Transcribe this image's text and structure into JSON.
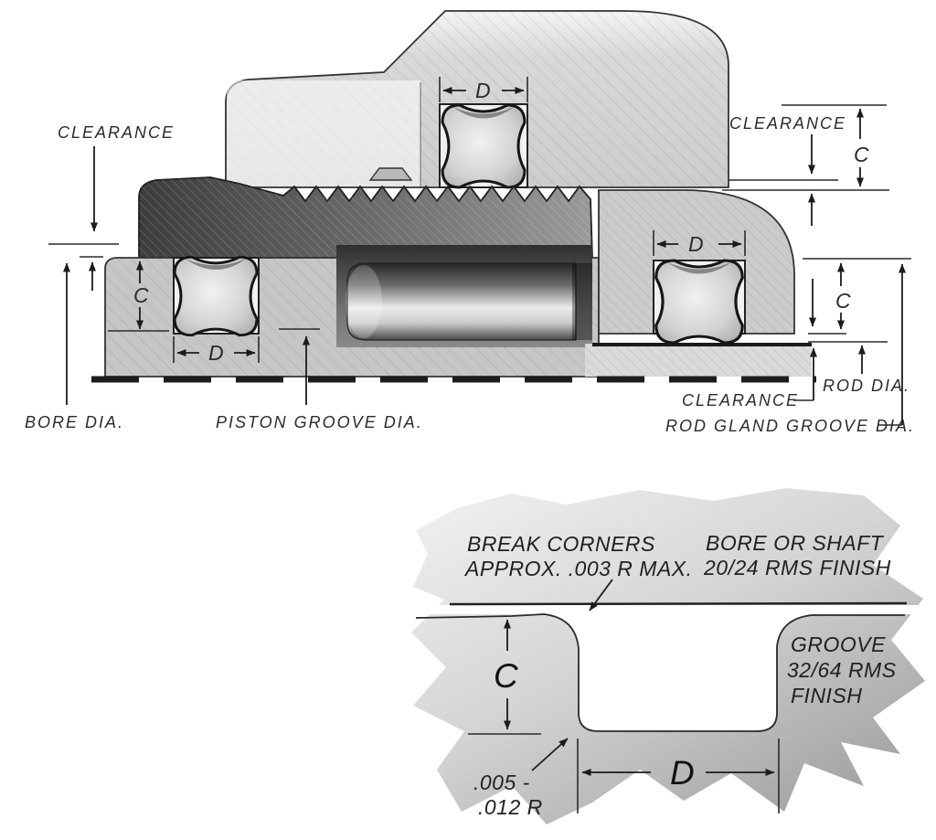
{
  "main_diagram": {
    "labels": {
      "clearance": "CLEARANCE",
      "bore_dia": "BORE DIA.",
      "piston_groove_dia": "PISTON GROOVE DIA.",
      "rod_dia": "ROD DIA.",
      "rod_gland_groove_dia": "ROD GLAND GROOVE DIA.",
      "dim_c": "C",
      "dim_d": "D"
    }
  },
  "detail_view": {
    "labels": {
      "break_corners_line1": "BREAK CORNERS",
      "break_corners_line2": "APPROX. .003 R MAX.",
      "bore_or_shaft_line1": "BORE OR SHAFT",
      "bore_or_shaft_line2": "20/24 RMS FINISH",
      "groove_finish_line1": "GROOVE",
      "groove_finish_line2": "32/64 RMS",
      "groove_finish_line3": "FINISH",
      "radius_line1": ".005 -",
      "radius_line2": ".012 R",
      "dim_c": "C",
      "dim_d": "D"
    }
  },
  "colors": {
    "ink": "#1c1c1c",
    "paper": "#ffffff",
    "metal_light": "#dcdcdc",
    "metal_mid": "#c4c4c4",
    "metal_dark": "#3c3c3c"
  }
}
